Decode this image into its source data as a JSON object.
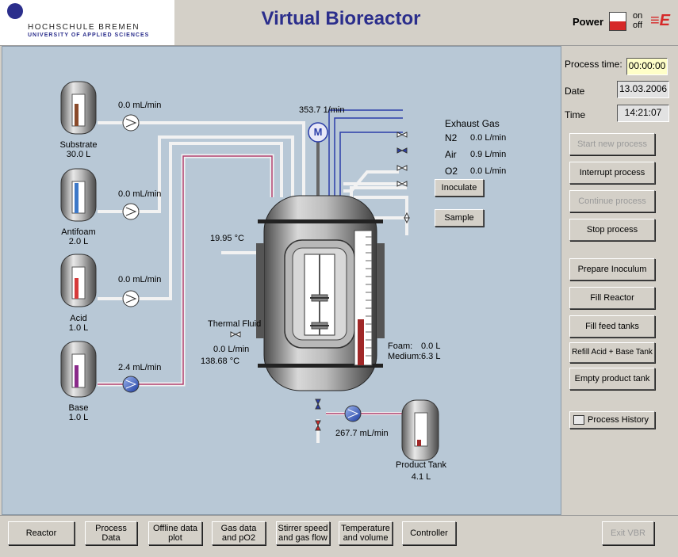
{
  "header": {
    "logo_line1": "HOCHSCHULE BREMEN",
    "logo_line2": "UNIVERSITY OF APPLIED SCIENCES",
    "title": "Virtual  Bioreactor",
    "power_label": "Power",
    "power_on": "on",
    "power_off": "off"
  },
  "feed_tanks": [
    {
      "name": "Substrate",
      "volume": "30.0 L",
      "flow": "0.0 mL/min",
      "fill_color": "#8a4a2a",
      "pump_active": false
    },
    {
      "name": "Antifoam",
      "volume": "2.0 L",
      "flow": "0.0 mL/min",
      "fill_color": "#3c78c8",
      "pump_active": false
    },
    {
      "name": "Acid",
      "volume": "1.0 L",
      "flow": "0.0 mL/min",
      "fill_color": "#d63a3a",
      "pump_active": false
    },
    {
      "name": "Base",
      "volume": "1.0 L",
      "flow": "2.4 mL/min",
      "fill_color": "#8a2a8a",
      "pump_active": true
    }
  ],
  "reactor": {
    "stirrer_speed": "353.7 1/min",
    "stirrer_symbol": "M",
    "temperature": "19.95 °C",
    "thermal_fluid_label": "Thermal Fluid",
    "thermal_fluid_flow": "0.0 L/min",
    "thermal_fluid_temp": "138.68 °C",
    "foam_label": "Foam:",
    "foam_value": "0.0 L",
    "medium_label": "Medium:",
    "medium_value": "6.3 L"
  },
  "exhaust": {
    "title": "Exhaust Gas",
    "gases": [
      {
        "name": "N2",
        "flow": "0.0 L/min"
      },
      {
        "name": "Air",
        "flow": "0.9 L/min"
      },
      {
        "name": "O2",
        "flow": "0.0 L/min"
      }
    ]
  },
  "actions": {
    "inoculate": "Inoculate",
    "sample": "Sample"
  },
  "product": {
    "flow": "267.7 mL/min",
    "name": "Product Tank",
    "volume": "4.1 L"
  },
  "side": {
    "process_time_label": "Process time:",
    "process_time": "00:00:00",
    "date_label": "Date",
    "date": "13.03.2006",
    "time_label": "Time",
    "time": "14:21:07",
    "buttons": [
      {
        "label": "Start new process",
        "enabled": false
      },
      {
        "label": "Interrupt process",
        "enabled": true
      },
      {
        "label": "Continue process",
        "enabled": false
      },
      {
        "label": "Stop process",
        "enabled": true
      },
      {
        "label": "Prepare Inoculum",
        "enabled": true
      },
      {
        "label": "Fill Reactor",
        "enabled": true
      },
      {
        "label": "Fill feed tanks",
        "enabled": true
      },
      {
        "label": "Refill Acid + Base Tank",
        "enabled": true
      },
      {
        "label": "Empty product tank",
        "enabled": true
      }
    ],
    "history_button": "Process History"
  },
  "bottom_tabs": [
    {
      "label": "Reactor"
    },
    {
      "label": "Process Data"
    },
    {
      "label": "Offline data plot"
    },
    {
      "label": "Gas data and pO2"
    },
    {
      "label": "Stirrer speed and gas flow"
    },
    {
      "label": "Temperature and volume"
    },
    {
      "label": "Controller"
    }
  ],
  "exit_button": "Exit VBR"
}
